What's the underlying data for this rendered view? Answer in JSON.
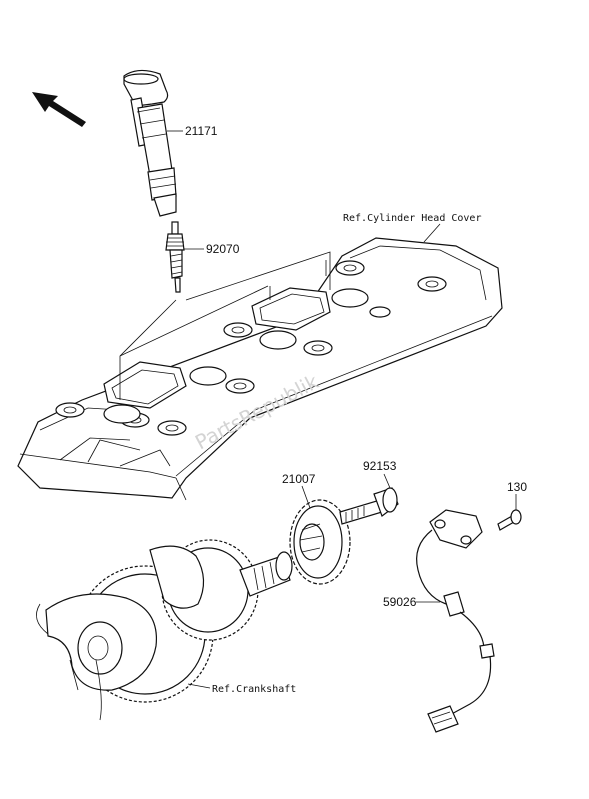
{
  "parts": {
    "ignition_coil": "21171",
    "spark_plug": "92070",
    "rotor": "21007",
    "bolt": "92153",
    "small_bolt": "130",
    "sensor": "59026"
  },
  "references": {
    "cylinder_head_cover": "Ref.Cylinder Head Cover",
    "crankshaft": "Ref.Crankshaft"
  },
  "watermark": "PartsRepublik",
  "icons": {
    "direction_arrow": "front-direction-arrow-icon"
  }
}
